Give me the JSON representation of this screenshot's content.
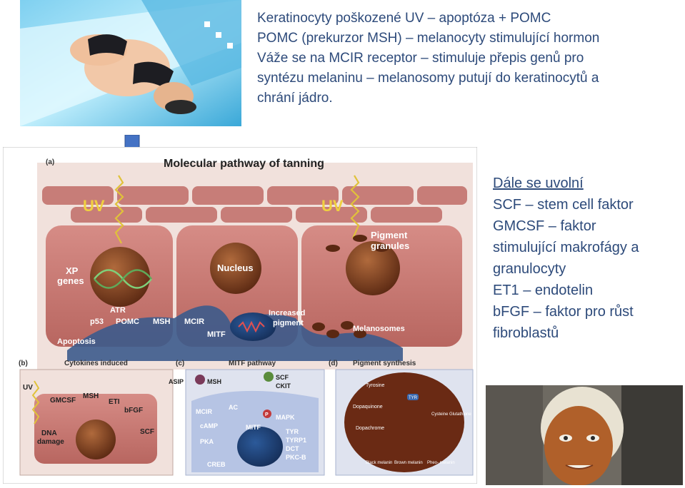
{
  "intro_lines": [
    "Keratinocyty poškozené UV – apoptóza + POMC",
    "POMC (prekurzor MSH) – melanocyty stimulující hormon",
    "Váže se na MCIR receptor – stimuluje přepis genů pro",
    "syntézu melaninu – melanosomy putují do keratinocytů a",
    "chrání jádro."
  ],
  "side_heading": "Dále se uvolní",
  "side_lines": [
    "SCF – stem cell faktor",
    "GMCSF – faktor",
    "stimulující makrofágy a",
    "granulocyty",
    "ET1 – endotelin",
    "bFGF – faktor pro růst",
    "fibroblastů"
  ],
  "figure": {
    "panel_a": "(a)",
    "title": "Molecular pathway of tanning",
    "uv_left": "UV",
    "uv_right": "UV",
    "pigment_granules_1": "Pigment",
    "pigment_granules_2": "granules",
    "xp_genes_1": "XP",
    "xp_genes_2": "genes",
    "nucleus": "Nucleus",
    "atr": "ATR",
    "p53": "p53",
    "pomc": "POMC",
    "msh": "MSH",
    "mcir": "MCIR",
    "mitf": "MITF",
    "increased_1": "Increased",
    "increased_2": "pigment",
    "melanosomes": "Melanosomes",
    "apoptosis": "Apoptosis",
    "panel_b": "(b)",
    "cytokines": "Cytokines induced",
    "panel_c": "(c)",
    "mitf_pathway": "MITF pathway",
    "panel_d": "(d)",
    "pigment_synthesis": "Pigment synthesis",
    "b_uv": "UV",
    "b_gmcsf": "GMCSF",
    "b_msh": "MSH",
    "b_et1": "ETI",
    "b_bfgf": "bFGF",
    "b_scf": "SCF",
    "b_dna_1": "DNA",
    "b_dna_2": "damage",
    "c_asip": "ASIP",
    "c_msh": "MSH",
    "c_scf": "SCF",
    "c_ckit": "CKIT",
    "c_mcir": "MCIR",
    "c_ac": "AC",
    "c_camp": "cAMP",
    "c_pka": "PKA",
    "c_creb": "CREB",
    "c_mitf": "MITF",
    "c_mapk": "MAPK",
    "c_p": "P",
    "c_tyr": "TYR",
    "c_tyrp1": "TYRP1",
    "c_dct": "DCT",
    "c_pkcb": "PKC-B",
    "d_tyrosine": "Tyrosine",
    "d_dopaquinone": "Dopaquinone",
    "d_dopachrome": "Dopachrome",
    "d_tyr": "TYR",
    "d_cysteine": "Cysteine Glutathione",
    "d_black": "Black melanin",
    "d_brown": "Brown melanin",
    "d_pheo": "Pheo- melanin"
  },
  "colors": {
    "text_blue": "#2d4a7a",
    "arrow_blue": "#4472c4",
    "cell_pink": "#b86f6a",
    "melanocyte_blue": "#3c5b8c",
    "nucleus_brown": "#7a3a1c"
  }
}
